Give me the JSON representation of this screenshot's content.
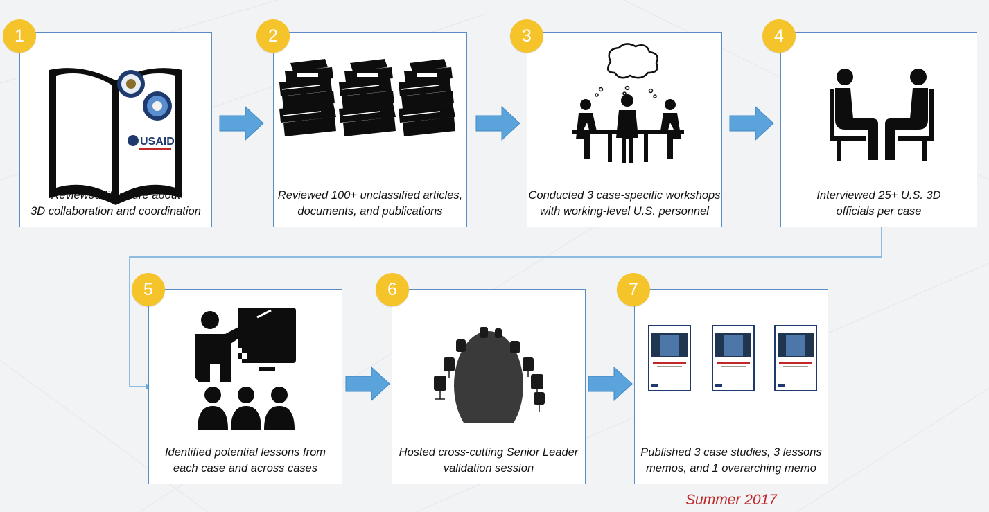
{
  "steps": [
    {
      "number": "1",
      "line1": "Reviewed literature about",
      "line2": "3D collaboration and coordination",
      "icon": "open-book-icon"
    },
    {
      "number": "2",
      "line1": "Reviewed 100+ unclassified articles,",
      "line2": "documents, and publications",
      "icon": "document-stacks-icon"
    },
    {
      "number": "3",
      "line1": "Conducted 3 case-specific workshops",
      "line2": "with working-level U.S. personnel",
      "icon": "workshop-icon"
    },
    {
      "number": "4",
      "line1": "Interviewed 25+ U.S. 3D",
      "line2": "officials per case",
      "icon": "interview-icon"
    },
    {
      "number": "5",
      "line1": "Identified potential lessons from",
      "line2": "each case and across cases",
      "icon": "classroom-icon"
    },
    {
      "number": "6",
      "line1": "Hosted cross-cutting Senior Leader",
      "line2": "validation session",
      "icon": "conference-table-icon"
    },
    {
      "number": "7",
      "line1": "Published 3 case studies, 3 lessons",
      "line2": "memos, and 1 overarching memo",
      "icon": "publications-icon"
    }
  ],
  "book_logos": {
    "usaid": "USAID"
  },
  "footnote": "Summer 2017",
  "colors": {
    "badge": "#f5c42b",
    "arrow": "#5aa4db",
    "box_border": "#5b8cc4",
    "footnote": "#c0282a"
  }
}
